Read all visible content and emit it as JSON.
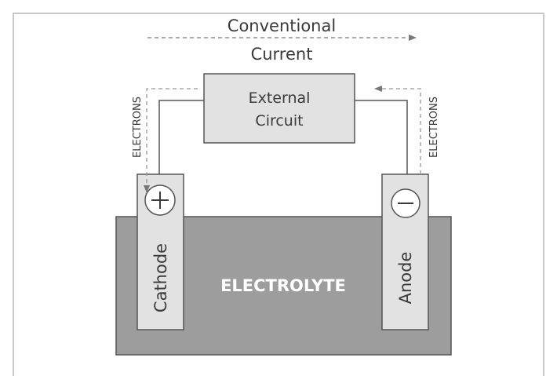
{
  "title": {
    "line1": "Conventional",
    "line2": "Current"
  },
  "external_circuit": {
    "line1": "External",
    "line2": "Circuit"
  },
  "electrons_left": "ELECTRONS",
  "electrons_right": "ELECTRONS",
  "cathode": {
    "label": "Cathode",
    "sign": "+",
    "sign_icon": "plus-icon"
  },
  "anode": {
    "label": "Anode",
    "sign": "−",
    "sign_icon": "minus-icon"
  },
  "electrolyte": "ELECTROLYTE",
  "colors": {
    "frame": "#b5b5b5",
    "box_fill": "#e2e2e2",
    "electrolyte_fill": "#9d9d9d",
    "stroke": "#555555",
    "text": "#3a3a3a"
  }
}
